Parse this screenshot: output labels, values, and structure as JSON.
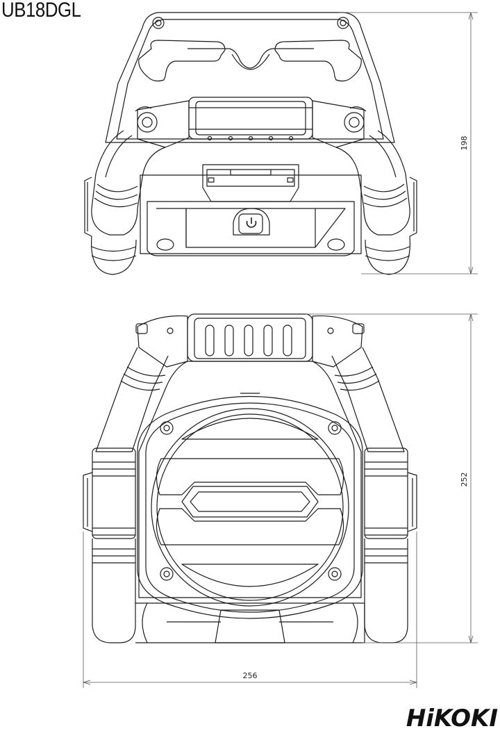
{
  "title": "UB18DGL",
  "dimensions": {
    "height_top": "198",
    "height_front": "252",
    "width_front": "256"
  },
  "brand": {
    "logo_text": "HiKOKI",
    "color": "#111111"
  },
  "icons": [
    "power-icon"
  ]
}
